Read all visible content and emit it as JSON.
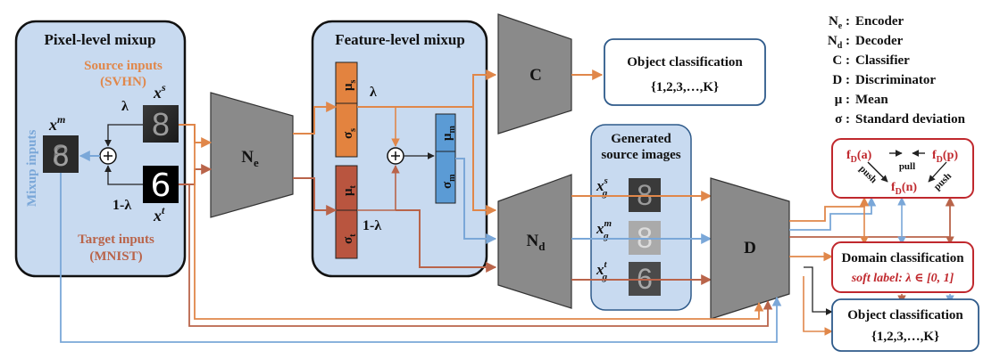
{
  "colors": {
    "panel_fill": "#c8daf0",
    "panel_stroke": "#111111",
    "box_stroke": "#2e5a8a",
    "red": "#c0282d",
    "orange": "#e0874a",
    "rust": "#b9644a",
    "blue": "#7aa7d8",
    "gray": "#8a8a8a",
    "mu_s_fill": "#e3833f",
    "mu_t_fill": "#b9553f",
    "mu_m_fill": "#5b9bd5"
  },
  "panels": {
    "pixel_title": "Pixel-level mixup",
    "feature_title": "Feature-level mixup",
    "generated_title_1": "Generated",
    "generated_title_2": "source images"
  },
  "pixel": {
    "source_1": "Source inputs",
    "source_2": "(SVHN)",
    "target_1": "Target inputs",
    "target_2": "(MNIST)",
    "mixup": "Mixup inputs",
    "lambda": "λ",
    "one_minus_lambda": "1-λ",
    "xs_base": "x",
    "xs_sup": "s",
    "xt_base": "x",
    "xt_sup": "t",
    "xm_base": "x",
    "xm_sup": "m",
    "plus": "⊕"
  },
  "feature": {
    "mu_s": "μ",
    "mu_s_sub": "s",
    "sigma_s": "σ",
    "sigma_s_sub": "s",
    "mu_t": "μ",
    "mu_t_sub": "t",
    "sigma_t": "σ",
    "sigma_t_sub": "t",
    "mu_m": "μ",
    "mu_m_sub": "m",
    "sigma_m": "σ",
    "sigma_m_sub": "m",
    "lambda": "λ",
    "one_minus_lambda": "1-λ",
    "plus": "⊕"
  },
  "networks": {
    "encoder_base": "N",
    "encoder_sub": "e",
    "classifier": "C",
    "decoder_base": "N",
    "decoder_sub": "d",
    "discriminator": "D"
  },
  "generated": {
    "g_base": "x",
    "g_sub": "g",
    "s_sup": "s",
    "m_sup": "m",
    "t_sup": "t"
  },
  "outputs": {
    "obj_class_title": "Object classification",
    "obj_class_set": "{1,2,3,…,K}",
    "domain_title": "Domain classification",
    "soft_label": "soft label: λ ∈ [0, 1]",
    "obj_class_title_2": "Object classification",
    "obj_class_set_2": "{1,2,3,…,K}"
  },
  "triplet": {
    "fa": "f",
    "fa_sub": "D",
    "fa_arg": "(a)",
    "fp": "f",
    "fp_sub": "D",
    "fp_arg": "(p)",
    "fn": "f",
    "fn_sub": "D",
    "fn_arg": "(n)",
    "pull": "pull",
    "push": "push"
  },
  "legend": [
    {
      "sym": "N",
      "sub": "e",
      "label": "Encoder"
    },
    {
      "sym": "N",
      "sub": "d",
      "label": "Decoder"
    },
    {
      "sym": "C",
      "sub": "",
      "label": "Classifier"
    },
    {
      "sym": "D",
      "sub": "",
      "label": "Discriminator"
    },
    {
      "sym": "μ",
      "sub": "",
      "label": "Mean"
    },
    {
      "sym": "σ",
      "sub": "",
      "label": "Standard deviation"
    }
  ]
}
